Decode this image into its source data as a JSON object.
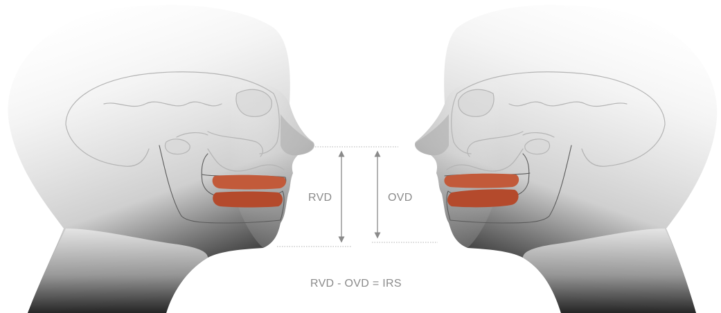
{
  "labels": {
    "rvd": "RVD",
    "ovd": "OVD",
    "formula": "RVD - OVD = IRS"
  },
  "colors": {
    "rim_upper": "#c25a3a",
    "rim_lower": "#b44a2c",
    "arrow": "#8a8a8a",
    "guide_line": "#b0b0b0",
    "head_shadow": "#3a3a3a"
  }
}
